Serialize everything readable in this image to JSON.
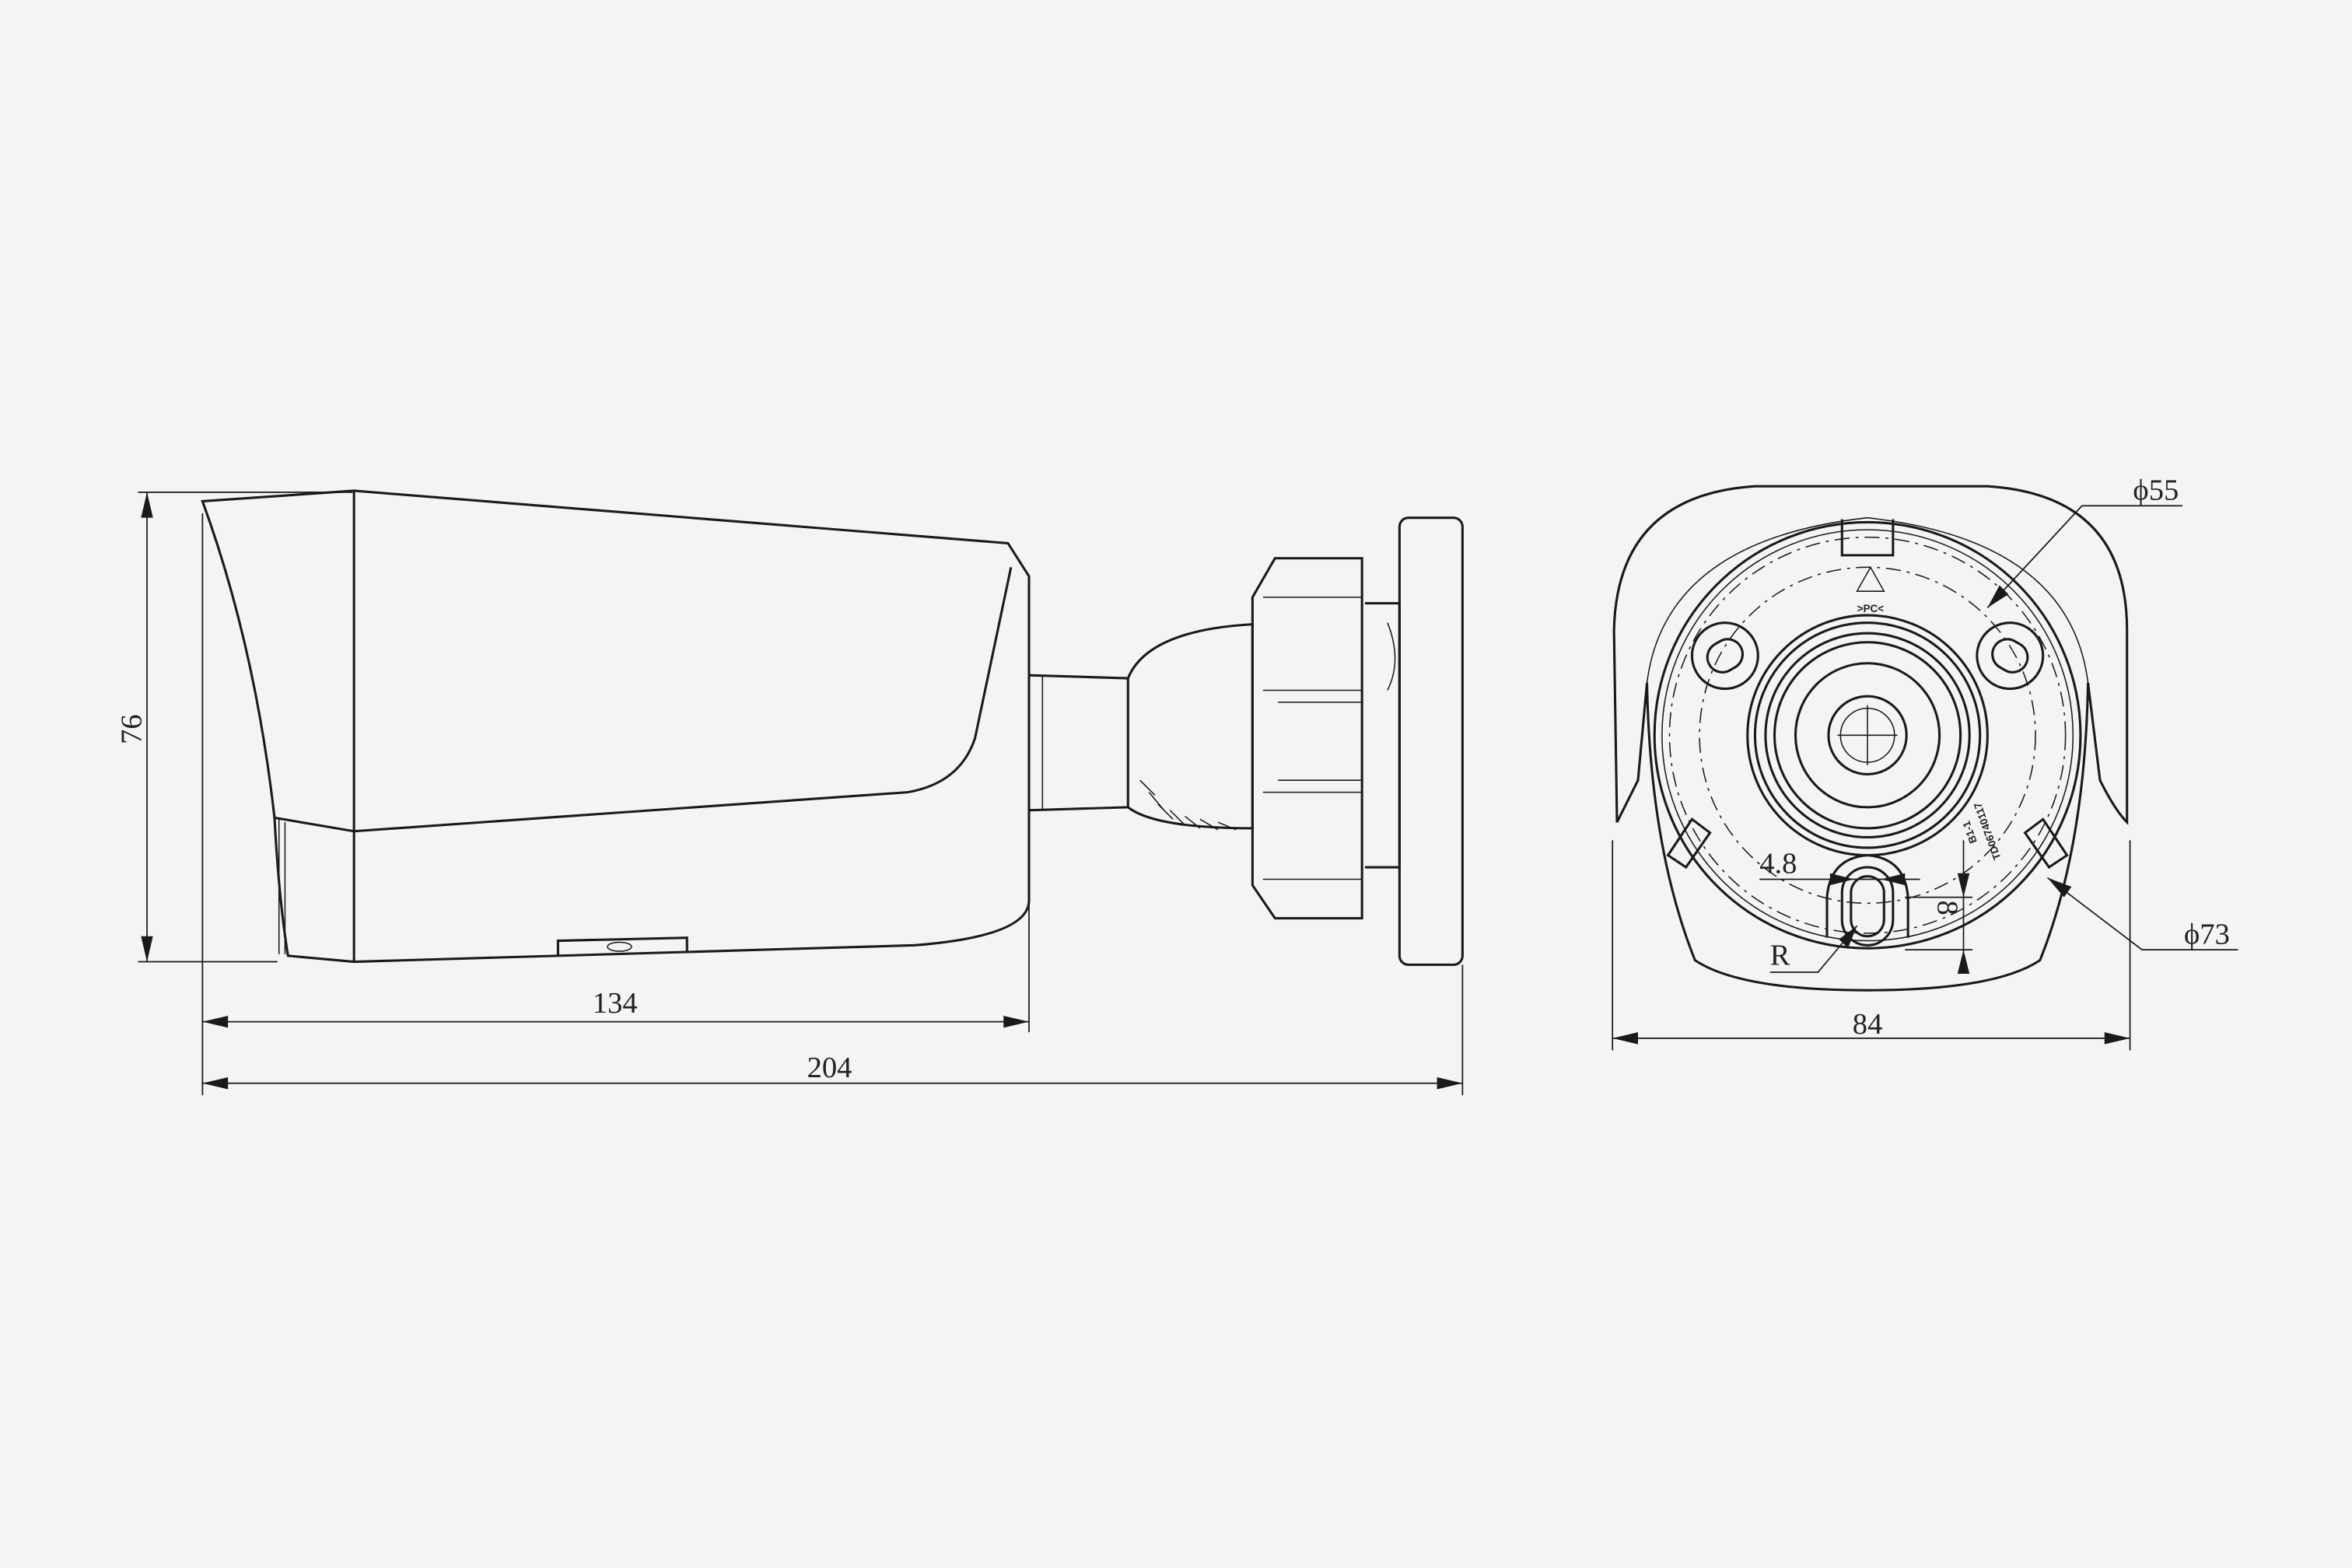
{
  "drawing": {
    "title": "Bullet camera dimension drawing",
    "side_view": {
      "height_label": "76",
      "body_length_label": "134",
      "total_length_label": "204"
    },
    "front_view": {
      "width_label": "84",
      "inner_diameter_label": "ϕ55",
      "outer_diameter_label": "ϕ73",
      "slot_width_label": "4.8",
      "slot_height_label": "8",
      "radius_label": "R",
      "part_number_text": "TD06740117",
      "part_code_text": "B1-1",
      "recycle_code_text": ">PC<"
    },
    "colors": {
      "background": "#f3f4f6",
      "line": "#1a1a1a"
    }
  }
}
